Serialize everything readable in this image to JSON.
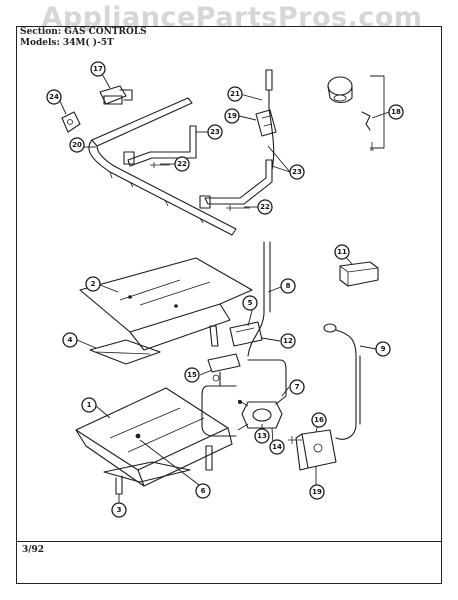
{
  "watermark": "AppliancePartsPros.com",
  "header": {
    "section": "Section: GAS CONTROLS",
    "model": "Models: 34M( )-5T"
  },
  "footer": {
    "date": "3/92"
  },
  "callouts": [
    "1",
    "2",
    "3",
    "4",
    "5",
    "6",
    "7",
    "8",
    "9",
    "11",
    "12",
    "13",
    "14",
    "15",
    "16",
    "17",
    "18",
    "19",
    "20",
    "21",
    "22",
    "22",
    "23",
    "23",
    "24"
  ]
}
